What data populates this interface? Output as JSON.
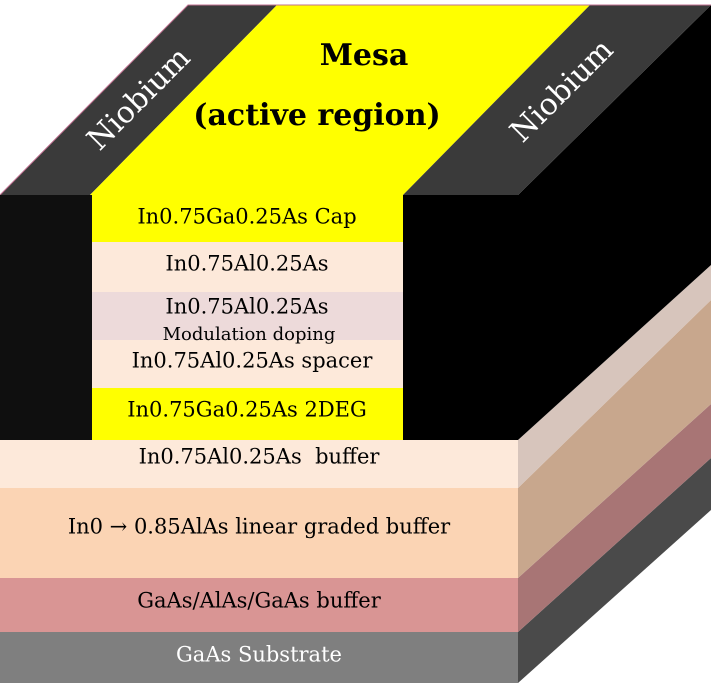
{
  "diagram": {
    "top_labels": {
      "left_electrode": "Niobium",
      "right_electrode": "Niobium",
      "mesa_line1": "Mesa",
      "mesa_line2": "(active region)"
    },
    "layers": {
      "cap": "In0.75Ga0.25As Cap",
      "barrier": "In0.75Al0.25As",
      "doping_line1": "In0.75Al0.25As",
      "doping_line2": "Modulation doping",
      "spacer": "In0.75Al0.25As spacer",
      "channel": "In0.75Ga0.25As 2DEG",
      "buffer": "In0.75Al0.25As  buffer",
      "graded_buffer": "In0 → 0.85AlAs linear graded buffer",
      "gaas_buffer": "GaAs/AlAs/GaAs buffer",
      "substrate": "GaAs Substrate"
    },
    "colors": {
      "niobium_top": "#3a3a3a",
      "niobium_side": "#000000",
      "mesa_yellow": "#ffff00",
      "peach_light": "#fde9da",
      "doping_pink": "#eddada",
      "graded_peach": "#fbd4b4",
      "gaas_buffer_rose": "#d99594",
      "substrate_gray": "#7f7f7f"
    }
  }
}
